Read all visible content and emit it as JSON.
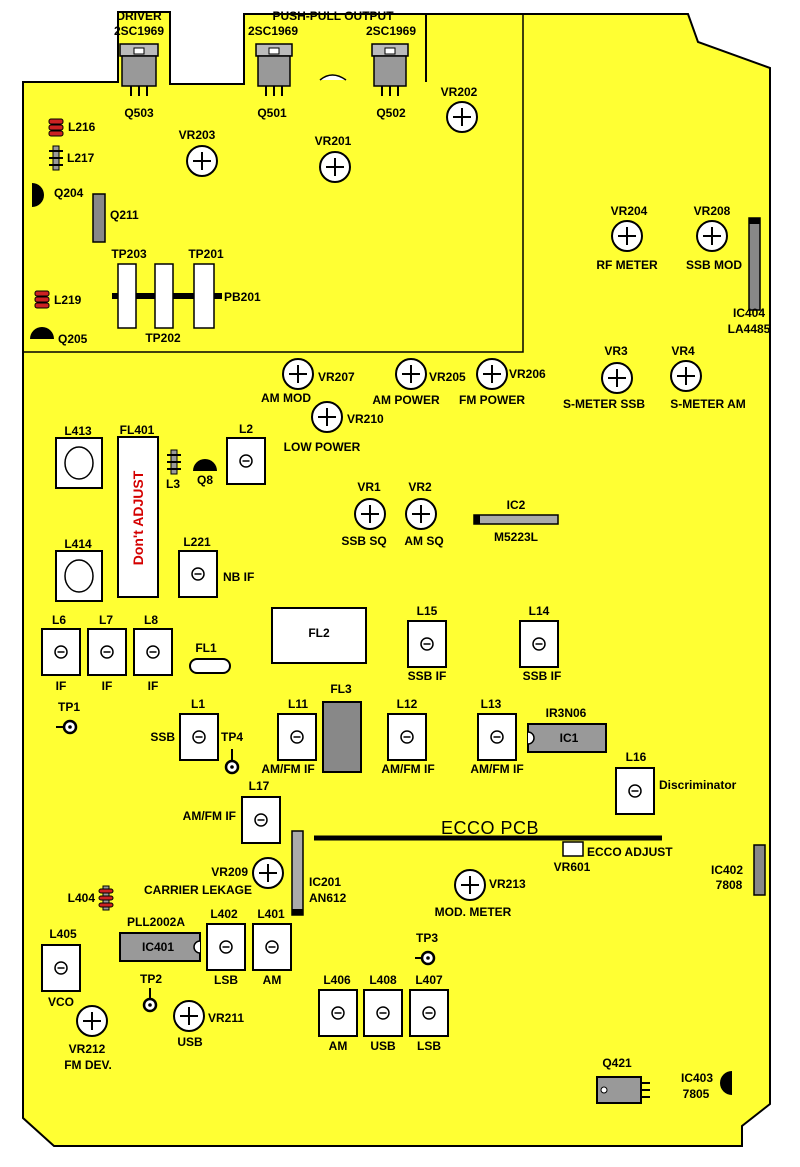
{
  "colors": {
    "board": "#ffff33",
    "outline": "#000000",
    "ic_body": "#999999",
    "coil_red": "#cc2222",
    "dont_adjust_text": "#d40000"
  },
  "title": "ECCO PCB",
  "header": {
    "driver": "DRIVER",
    "driver_part": "2SC1969",
    "push_pull": "PUSH-PULL OUTPUT",
    "push_pull_part_1": "2SC1969",
    "push_pull_part_2": "2SC1969"
  },
  "transistors": {
    "q503": "Q503",
    "q501": "Q501",
    "q502": "Q502",
    "q204": "Q204",
    "q205": "Q205",
    "q211": "Q211",
    "q8": "Q8",
    "q421": "Q421"
  },
  "test_points": {
    "tp203": "TP203",
    "tp201": "TP201",
    "tp202": "TP202",
    "pb201": "PB201",
    "tp1": "TP1",
    "tp4": "TP4",
    "tp2": "TP2",
    "tp3": "TP3"
  },
  "trimmers": {
    "vr202": "VR202",
    "vr203": "VR203",
    "vr201": "VR201",
    "vr204": "VR204",
    "vr204_func": "RF METER",
    "vr208": "VR208",
    "vr208_func": "SSB MOD",
    "vr207": "VR207",
    "vr207_func": "AM MOD",
    "vr205": "VR205",
    "vr205_func": "AM POWER",
    "vr206": "VR206",
    "vr206_func": "FM POWER",
    "vr210": "VR210",
    "vr210_func": "LOW POWER",
    "vr3": "VR3",
    "vr3_func": "S-METER SSB",
    "vr4": "VR4",
    "vr4_func": "S-METER AM",
    "vr1": "VR1",
    "vr1_func": "SSB SQ",
    "vr2": "VR2",
    "vr2_func": "AM SQ",
    "vr209": "VR209",
    "vr209_func": "CARRIER LEKAGE",
    "vr213": "VR213",
    "vr213_func": "MOD. METER",
    "vr601": "VR601",
    "vr601_func": "ECCO ADJUST",
    "vr211": "VR211",
    "vr211_func": "USB",
    "vr212": "VR212",
    "vr212_func": "FM DEV."
  },
  "coils": {
    "l216": "L216",
    "l217": "L217",
    "l219": "L219",
    "l404": "L404",
    "l413": "L413",
    "l414": "L414",
    "fl401": "FL401",
    "fl401_note": "Don't ADJUST",
    "l3": "L3",
    "l2": "L2",
    "l221": "L221",
    "l221_func": "NB IF",
    "l6": "L6",
    "l7": "L7",
    "l8": "L8",
    "if": "IF",
    "fl1": "FL1",
    "fl2": "FL2",
    "fl3": "FL3",
    "l15": "L15",
    "l15_func": "SSB IF",
    "l14": "L14",
    "l14_func": "SSB IF",
    "l1": "L1",
    "l1_func": "SSB",
    "l11": "L11",
    "l12": "L12",
    "l13": "L13",
    "l17": "L17",
    "amfm_if": "AM/FM IF",
    "l16": "L16",
    "l16_func": "Discriminator",
    "l405": "L405",
    "l405_func": "VCO",
    "l402": "L402",
    "l402_func": "LSB",
    "l401": "L401",
    "l401_func": "AM",
    "l406": "L406",
    "l406_func": "AM",
    "l408": "L408",
    "l408_func": "USB",
    "l407": "L407",
    "l407_func": "LSB"
  },
  "ics": {
    "ic404": "IC404",
    "ic404_part": "LA4485",
    "ic2": "IC2",
    "ic2_part": "M5223L",
    "ic1_part": "IR3N06",
    "ic1": "IC1",
    "ic201": "IC201",
    "ic201_part": "AN612",
    "ic402": "IC402",
    "ic402_part": "7808",
    "ic401_part": "PLL2002A",
    "ic401": "IC401",
    "ic403": "IC403",
    "ic403_part": "7805"
  }
}
